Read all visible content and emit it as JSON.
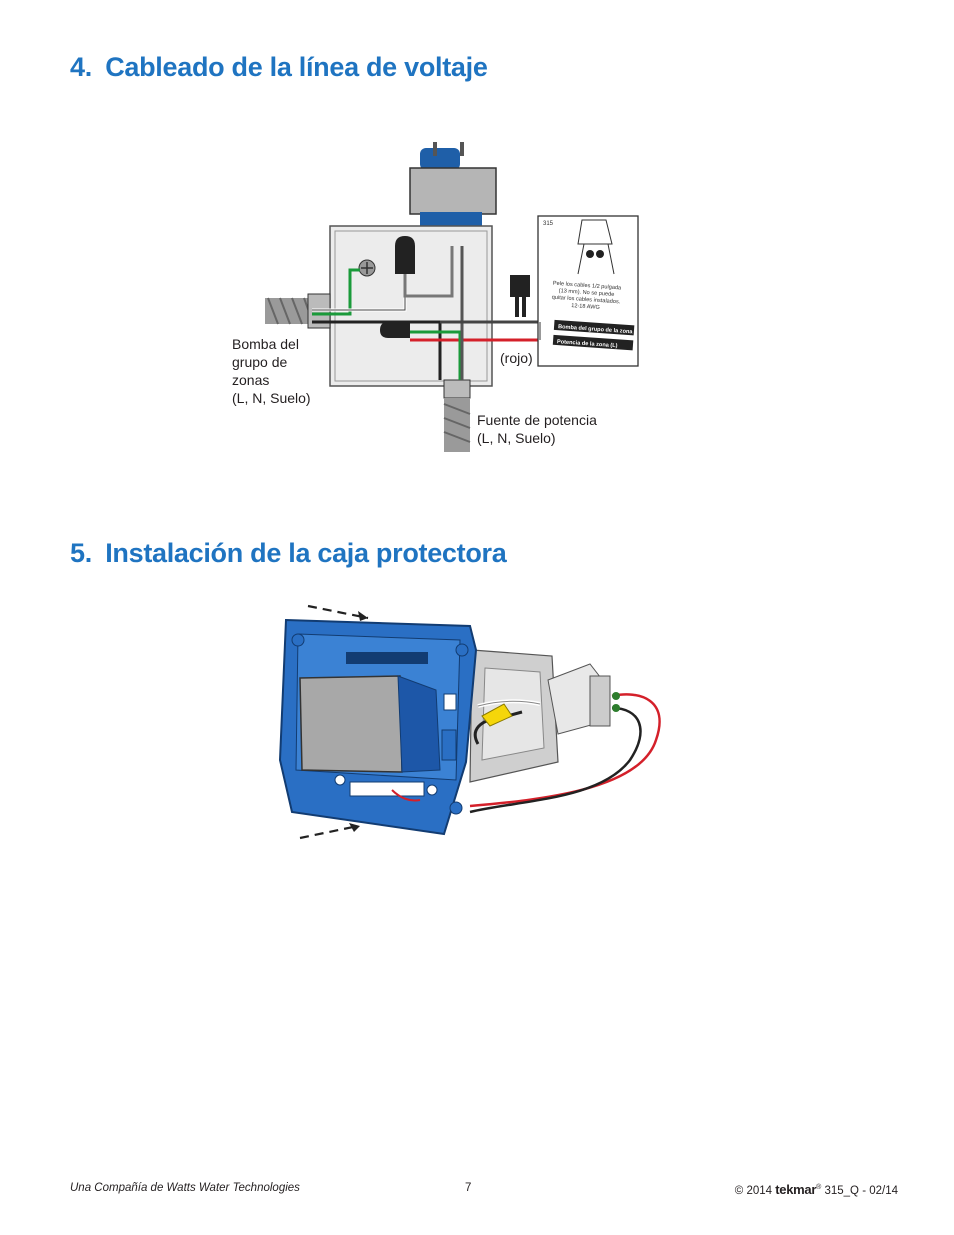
{
  "section4": {
    "number": "4.",
    "title": "Cableado de la línea de voltaje"
  },
  "section5": {
    "number": "5.",
    "title": "Instalación de la caja protectora"
  },
  "diagram": {
    "pump_label": [
      "Bomba del",
      "grupo de",
      "zonas",
      "(L, N, Suelo)"
    ],
    "red_label": "(rojo)",
    "power_label": [
      "Fuente de potencia",
      "(L, N, Suelo)"
    ],
    "panel_model": "315",
    "strip_note": [
      "Pele los cables 1/2 pulgada",
      "(13 mm). No se puede",
      "quitar los cables instalados.",
      "12-18 AWG"
    ],
    "terminal_pump": "Bomba del grupo de la zona",
    "terminal_power": "Potencia de la zona (L)"
  },
  "footer": {
    "company": "Una Compañía de Watts Water Technologies",
    "page": "7",
    "copyright": "© 2014",
    "brand": "tekmar",
    "reg": "®",
    "doc": "315_Q - 02/14"
  }
}
